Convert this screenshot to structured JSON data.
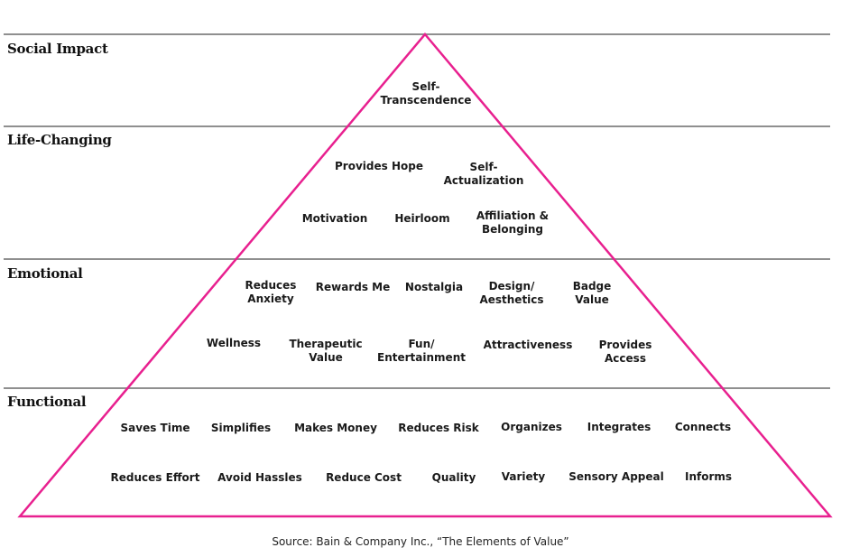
{
  "layers": [
    {
      "id": "social",
      "label": "Social Impact"
    },
    {
      "id": "life",
      "label": "Life-Changing"
    },
    {
      "id": "emotional",
      "label": "Emotional"
    },
    {
      "id": "functional",
      "label": "Functional"
    }
  ],
  "elements": {
    "social": [
      "Self-\nTranscendence"
    ],
    "life": [
      "Provides Hope",
      "Self-\nActualization",
      "Motivation",
      "Heirloom",
      "Affiliation &\nBelonging"
    ],
    "emotional": [
      "Reduces\nAnxiety",
      "Rewards Me",
      "Nostalgia",
      "Design/\nAesthetics",
      "Badge\nValue",
      "Wellness",
      "Therapeutic\nValue",
      "Fun/\nEntertainment",
      "Attractiveness",
      "Provides\nAccess"
    ],
    "functional": [
      "Saves Time",
      "Simplifies",
      "Makes Money",
      "Reduces Risk",
      "Organizes",
      "Integrates",
      "Connects",
      "Reduces Effort",
      "Avoid Hassles",
      "Reduce Cost",
      "Quality",
      "Variety",
      "Sensory Appeal",
      "Informs"
    ]
  },
  "source": "Source: Bain & Company Inc., “The Elements of Value”",
  "colors": {
    "pyramid_outline": "#e8208f",
    "divider": "#8f8f8f",
    "text": "#1a1a1a"
  }
}
